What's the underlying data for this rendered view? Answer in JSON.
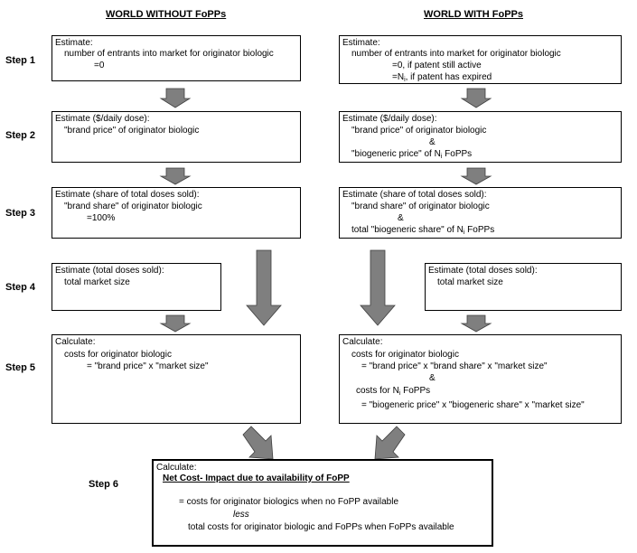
{
  "headers": {
    "left": "WORLD WITHOUT FoPPs",
    "right": "WORLD WITH FoPPs"
  },
  "steps": [
    "Step 1",
    "Step 2",
    "Step 3",
    "Step 4",
    "Step 5",
    "Step 6"
  ],
  "left": {
    "step1": {
      "title": "Estimate:",
      "line1": "number of entrants into market for originator biologic",
      "line2": "=0"
    },
    "step2": {
      "title": "Estimate ($/daily dose):",
      "line1": "\"brand price\" of originator biologic"
    },
    "step3": {
      "title": "Estimate (share of total doses sold):",
      "line1": "\"brand share\" of originator biologic",
      "line2": "=100%"
    },
    "step4": {
      "title": "Estimate (total doses sold):",
      "line1": "total market size"
    },
    "step5": {
      "title": "Calculate:",
      "line1": "costs for originator biologic",
      "line2": "= \"brand price\" x \"market size\""
    }
  },
  "right": {
    "step1": {
      "title": "Estimate:",
      "line1": "number of entrants into market for originator biologic",
      "line2": "=0, if patent still active",
      "line3a": "=N",
      "line3sub": "i",
      "line3b": ", if patent has expired"
    },
    "step2": {
      "title": "Estimate  ($/daily dose):",
      "line1": "\"brand price\" of originator biologic",
      "amp": "&",
      "line3a": "\"biogeneric price\" of N",
      "line3sub": "i",
      "line3b": " FoPPs"
    },
    "step3": {
      "title": "Estimate  (share of total doses sold):",
      "line1": "\"brand share\" of originator biologic",
      "amp": "&",
      "line3a": "total \"biogeneric share\" of N",
      "line3sub": "i",
      "line3b": " FoPPs"
    },
    "step4": {
      "title": "Estimate (total doses sold):",
      "line1": "total market size"
    },
    "step5": {
      "title": "Calculate:",
      "line1": "costs for originator biologic",
      "line2": "= \"brand price\" x \"brand share\" x \"market size\"",
      "amp": "&",
      "line4a": "costs for N",
      "line4sub": "i",
      "line4b": " FoPPs",
      "line5": "= \"biogeneric price\" x \"biogeneric share\" x \"market size\""
    }
  },
  "final": {
    "title": "Calculate:",
    "heading": "Net Cost- Impact due to availability of FoPP",
    "line1": "= costs for originator biologics when no FoPP available",
    "less": "less",
    "line3": "total costs for originator biologic and FoPPs when FoPPs available"
  },
  "colors": {
    "arrow_fill": "#7f7f7f",
    "arrow_stroke": "#404040"
  }
}
